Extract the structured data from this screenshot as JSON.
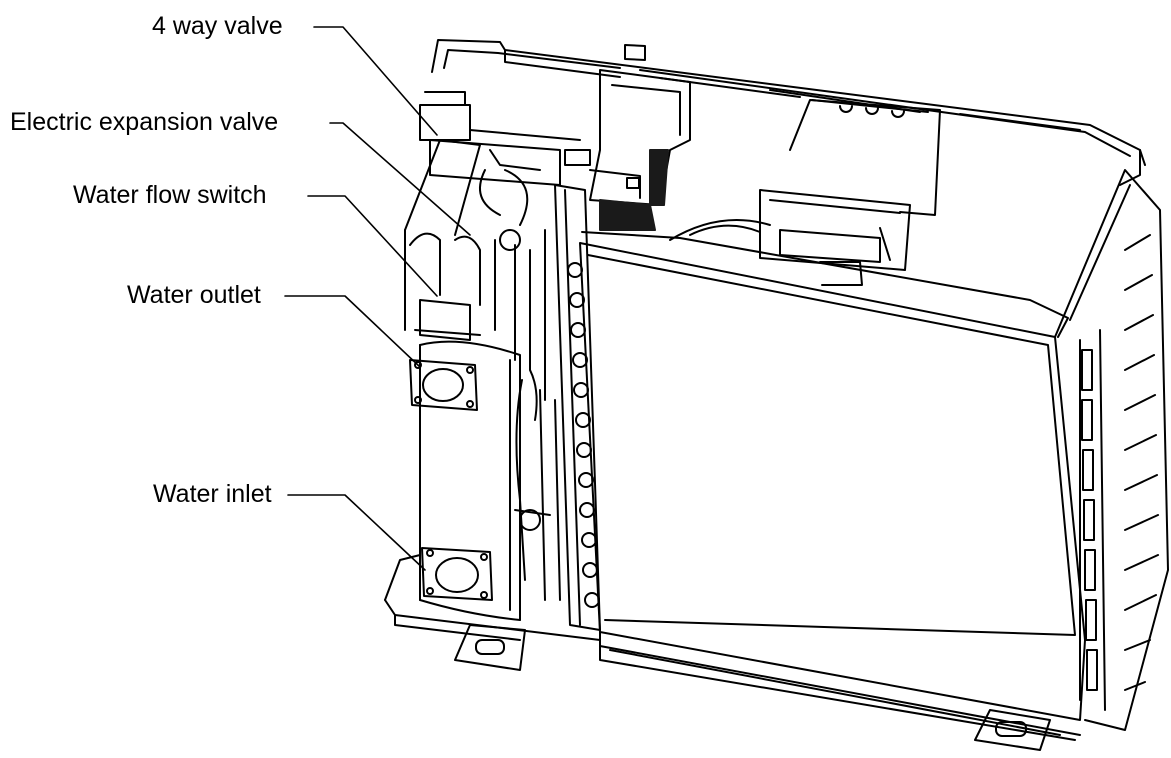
{
  "labels": {
    "four_way_valve": "4 way valve",
    "electric_expansion_valve": "Electric expansion valve",
    "water_flow_switch": "Water flow switch",
    "water_outlet": "Water outlet",
    "water_inlet": "Water inlet"
  },
  "colors": {
    "line": "#000000",
    "background": "#ffffff",
    "fin_shade": "#1a1a1a"
  }
}
